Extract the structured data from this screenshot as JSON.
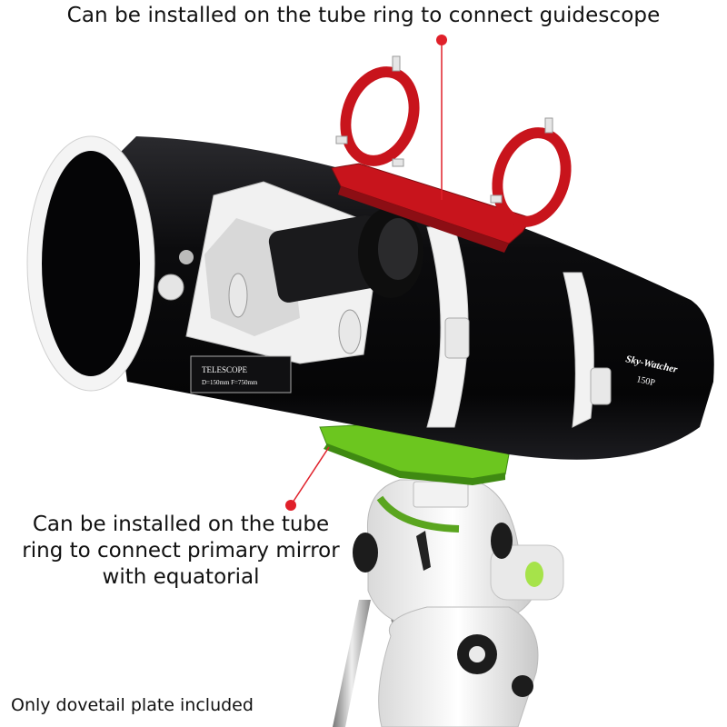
{
  "captions": {
    "top": "Can be installed on the tube ring to connect guidescope",
    "middle": "Can be installed on the tube ring to connect primary mirror with equatorial",
    "bottom": "Only dovetail plate included"
  },
  "tube_labels": {
    "brand": "Sky-Watcher",
    "model": "150P",
    "plate_title": "TELESCOPE",
    "plate_spec": "D=150mm  F=750mm"
  },
  "colors": {
    "guidescope_rings": "#c8141c",
    "dovetail_plate": "#6cc61f",
    "tube_body": "#0e0e10",
    "pointer_dot": "#e0202a"
  }
}
